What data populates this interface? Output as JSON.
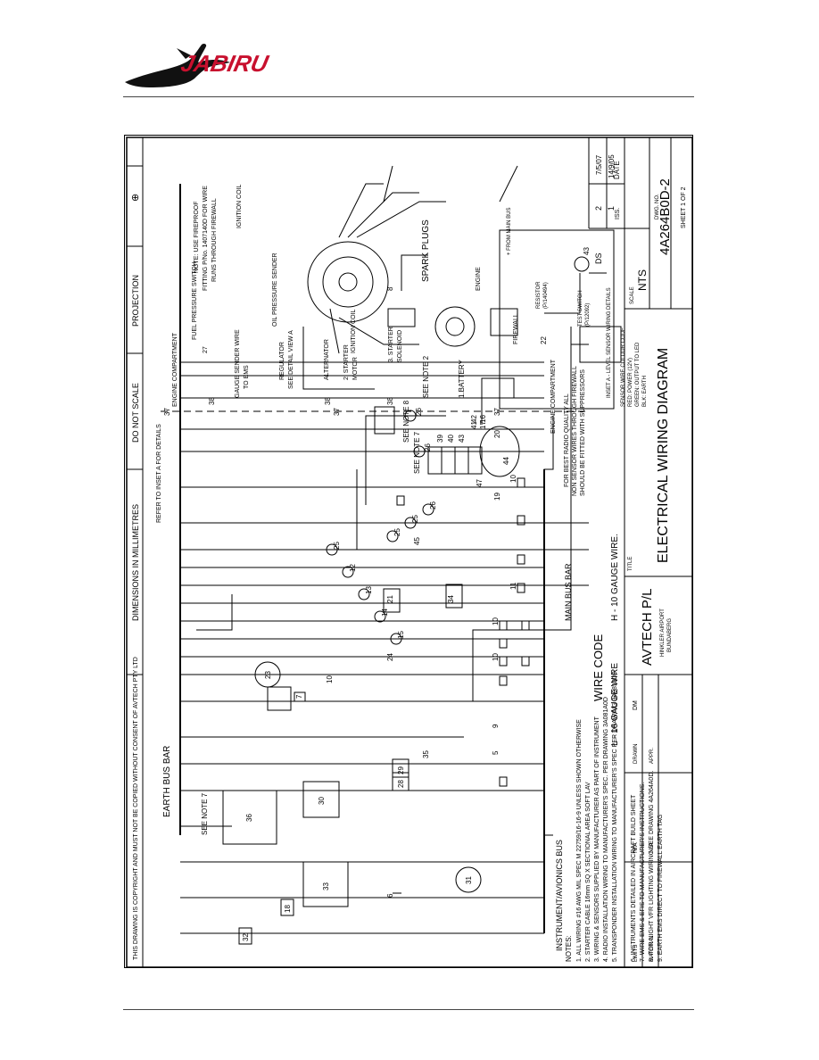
{
  "header": {
    "logo_text": "JABIRU",
    "logo_colors": {
      "bird": "#111111",
      "text": "#c8102e"
    }
  },
  "strip": {
    "copyright": "THIS DRAWING IS COPYRIGHT AND MUST NOT BE COPIED WITHOUT CONSENT OF AVTECH PTY LTD",
    "dimensions": "DIMENSIONS IN MILLIMETRES",
    "do_not_scale": "DO NOT SCALE",
    "projection": "PROJECTION"
  },
  "labels": {
    "earth_bus_bar": "EARTH BUS BAR",
    "refer_inset": "REFER TO INSET A FOR DETAILS",
    "engine_compartment": "ENGINE COMPARTMENT",
    "fuel_pressure_switch": "FUEL PRESSURE SWITCH",
    "fuel_pressure_num": "27",
    "fireproof_note": "NOTE: USE FIREPROOF",
    "fireproof_note2": "FITTING P/No. 1407140D FOR WIRE",
    "fireproof_note3": "RUNS THROUGH FIREWALL",
    "gauge_sender": "GAUGE SENDER WIRE",
    "gauge_sender2": "TO EMS",
    "oil_pressure": "OIL PRESSURE SENDER",
    "regulator": "REGULATOR",
    "regulator2": "SEE DETAIL VIEW A",
    "alternator": "ALTERNATOR",
    "ignition_coil": "IGNITION COIL",
    "ignition_coil2": "IGNITION COIL",
    "spark_plugs": "SPARK PLUGS",
    "starter_motor": "2. STARTER",
    "starter_motor2": "MOTOR",
    "starter_solenoid": "3. STARTER",
    "starter_solenoid2": "SOLENOID",
    "battery": "1.BATTERY",
    "engine": "ENGINE",
    "firewall": "FIREWALL",
    "see_note_2": "SEE NOTE 2",
    "see_note_7a": "SEE NOTE 7",
    "see_note_8": "SEE NOTE 8",
    "see_note_7b": "SEE NOTE 7",
    "radio_note1": "FOR BEST RADIO QUALITY ALL",
    "radio_note2": "NON SENSOR WIRES THROUGH FIREWALL",
    "radio_note3": "SHOULD BE FITTED WITH SUPPRESSORS",
    "main_bus_bar": "MAIN BUS BAR",
    "wire_code": "WIRE CODE",
    "wire_l": "L - 16 GAUGE WIRE",
    "wire_h": "H - 10 GAUGE WIRE.",
    "instrument_bus": "INSTRUMENT/AVIONICS BUS",
    "colour_code1": "SENSOR WIRE COLOUR CODE",
    "colour_code2": "RED: POWER (12V)",
    "colour_code3": "GREEN: OUTPUT TO LED",
    "colour_code4": "BLK: EARTH",
    "inset_from_bus": "+ FROM MAIN BUS",
    "inset_resistor": "RESISTOR",
    "inset_resistor2": "(P/140494)",
    "inset_test": "TEST SWITCH",
    "inset_test2": "(P/12092)",
    "inset_a": "INSET A - LEVEL SENSOR WIRING DETAILS"
  },
  "notes": {
    "title": "NOTES:",
    "items": [
      "1. ALL WIRING #16 AWG MIL SPEC M 22759/16-16-9 UNLESS SHOWN OTHERWISE",
      "2. STARTER CABLE 16mm SQ X SECTIONAL AREA SOFT LAV",
      "3. WIRING & SENSORS SUPPLIED BY MANUFACTURER AS PART OF INSTRUMENT",
      "4. RADIO INSTALLATION WIRING TO MANUFACTURER'S SPEC. PER DRAWING 3A081A0D",
      "5. TRANSPONDER INSTALLATION WIRING TO MANUFACTURER'S SPEC PER DRAWING 3A0813D0",
      "6. INSTRUMENTS DETAILED IN AIRCRAFT BUILD SHEET",
      "7. WIRE EMS & EFIS TO MANUFACTURER'S INSTRUCTIONS.",
      "8. FOR NIGHT VFR LIGHTING WIRING SEE DRAWING 4A264A0D.",
      "9. EARTH EMS DIRECT TO FIREWALL EARTH TAG"
    ]
  },
  "title_block": {
    "limits": "LIMITS",
    "limits_val": "N/A",
    "material": "MATERIAL",
    "material_val": "N/A",
    "drawn": "DRAWN",
    "drawn_val": "DM",
    "appr": "APPR.",
    "company": "AVTECH P/L",
    "address1": "HINKLER AIRPORT",
    "address2": "BUNDABERG",
    "title_label": "TITLE",
    "title": "ELECTRICAL WIRING DIAGRAM",
    "scale_label": "SCALE",
    "scale": "NTS",
    "dwg_no_label": "DWG. NO.",
    "dwg_no": "4A264B0D-2",
    "sheet": "SHEET 1 OF 2",
    "iss_label": "ISS.",
    "date_label": "DATE",
    "rev1_by": "DS",
    "rev1_iss": "2",
    "rev1_date": "7/5/07",
    "rev0_iss": "1",
    "rev0_date": "14/9/05"
  },
  "components": {
    "c32": "32",
    "c18": "18",
    "c33": "33",
    "c6": "6",
    "c31": "31",
    "c36": "36",
    "c30": "30",
    "c28": "28",
    "c29": "29",
    "c35": "35",
    "c5a": "5",
    "c9a": "9",
    "c7": "7",
    "c23": "23",
    "c10a": "10",
    "c24": "24",
    "c10b": "10",
    "c21": "21",
    "c10c": "10",
    "c34": "34",
    "c11": "11",
    "c12": "12",
    "c13": "13",
    "c14": "14",
    "c15": "15",
    "c25a": "25",
    "c45": "45",
    "c25b": "25",
    "c25c": "25",
    "c26a": "26",
    "c10d": "10",
    "c47": "47",
    "c19": "19",
    "c44": "44",
    "c20": "20",
    "c26b": "26",
    "c26c": "26",
    "c37a": "37",
    "c37b": "37",
    "c37c": "37",
    "c38a": "38",
    "c38b": "38",
    "c38c": "38",
    "c39": "39",
    "c40": "40",
    "c43": "43",
    "c41": "41",
    "c42": "42",
    "c17": "17",
    "c16": "16",
    "c43b": "43",
    "c22": "22",
    "c8": "8"
  }
}
